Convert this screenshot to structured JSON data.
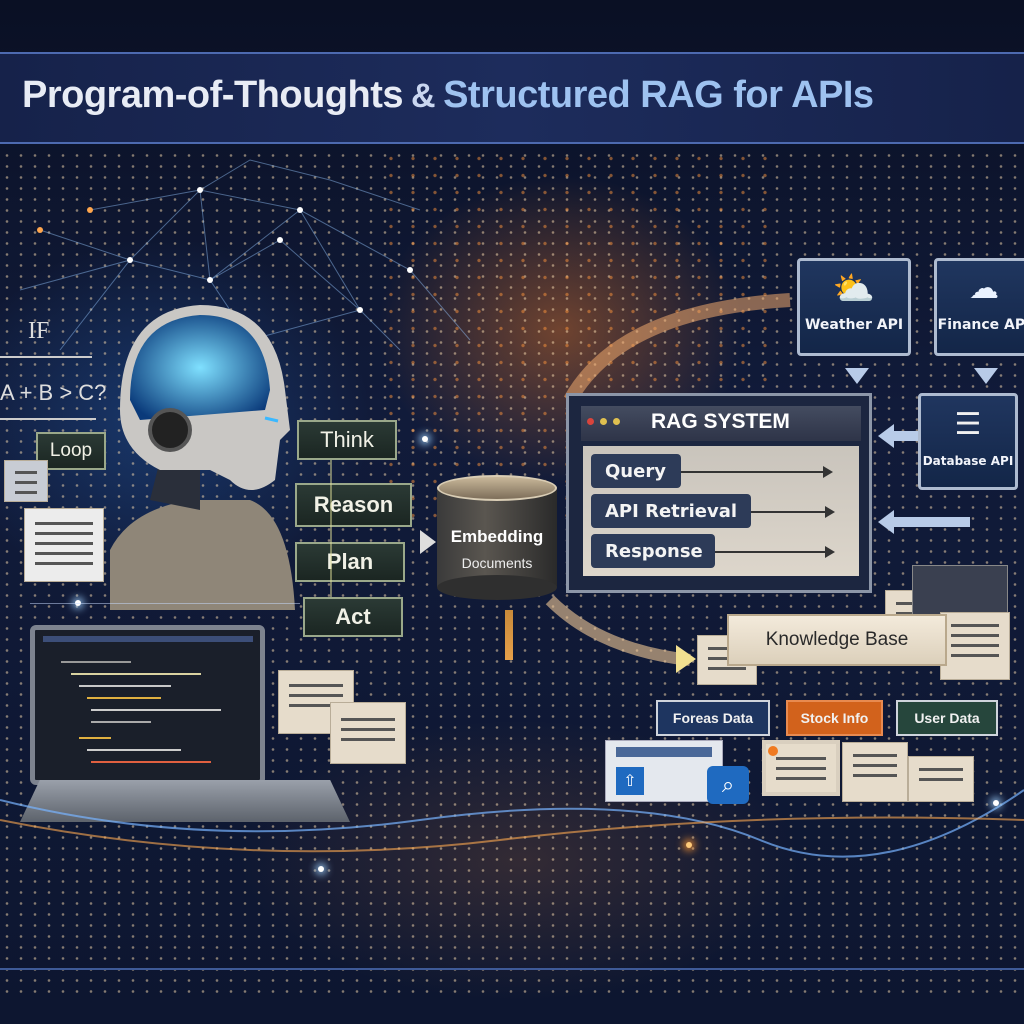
{
  "title": {
    "part1": "Program-of-Thoughts",
    "amp": "&",
    "part2": "Structured RAG for APIs"
  },
  "logic": {
    "if": "IF",
    "expr": "A + B > C?",
    "loop": "Loop"
  },
  "steps": [
    "Think",
    "Reason",
    "Plan",
    "Act"
  ],
  "embedding": {
    "line1": "Embedding",
    "line2": "Documents"
  },
  "rag": {
    "title": "RAG SYSTEM",
    "rows": [
      "Query",
      "API Retrieval",
      "Response"
    ]
  },
  "apis": {
    "weather": "Weather API",
    "finance": "Finance API",
    "database": "Database API"
  },
  "knowledge_base": "Knowledge Base",
  "data_tags": [
    {
      "label": "Foreas Data",
      "color": "#1e3560"
    },
    {
      "label": "Stock Info",
      "color": "#d2621c"
    },
    {
      "label": "User Data",
      "color": "#26463c"
    }
  ],
  "colors": {
    "accent_blue": "#9ec2f0",
    "orange": "#d2621c",
    "navy": "#0b1226"
  }
}
